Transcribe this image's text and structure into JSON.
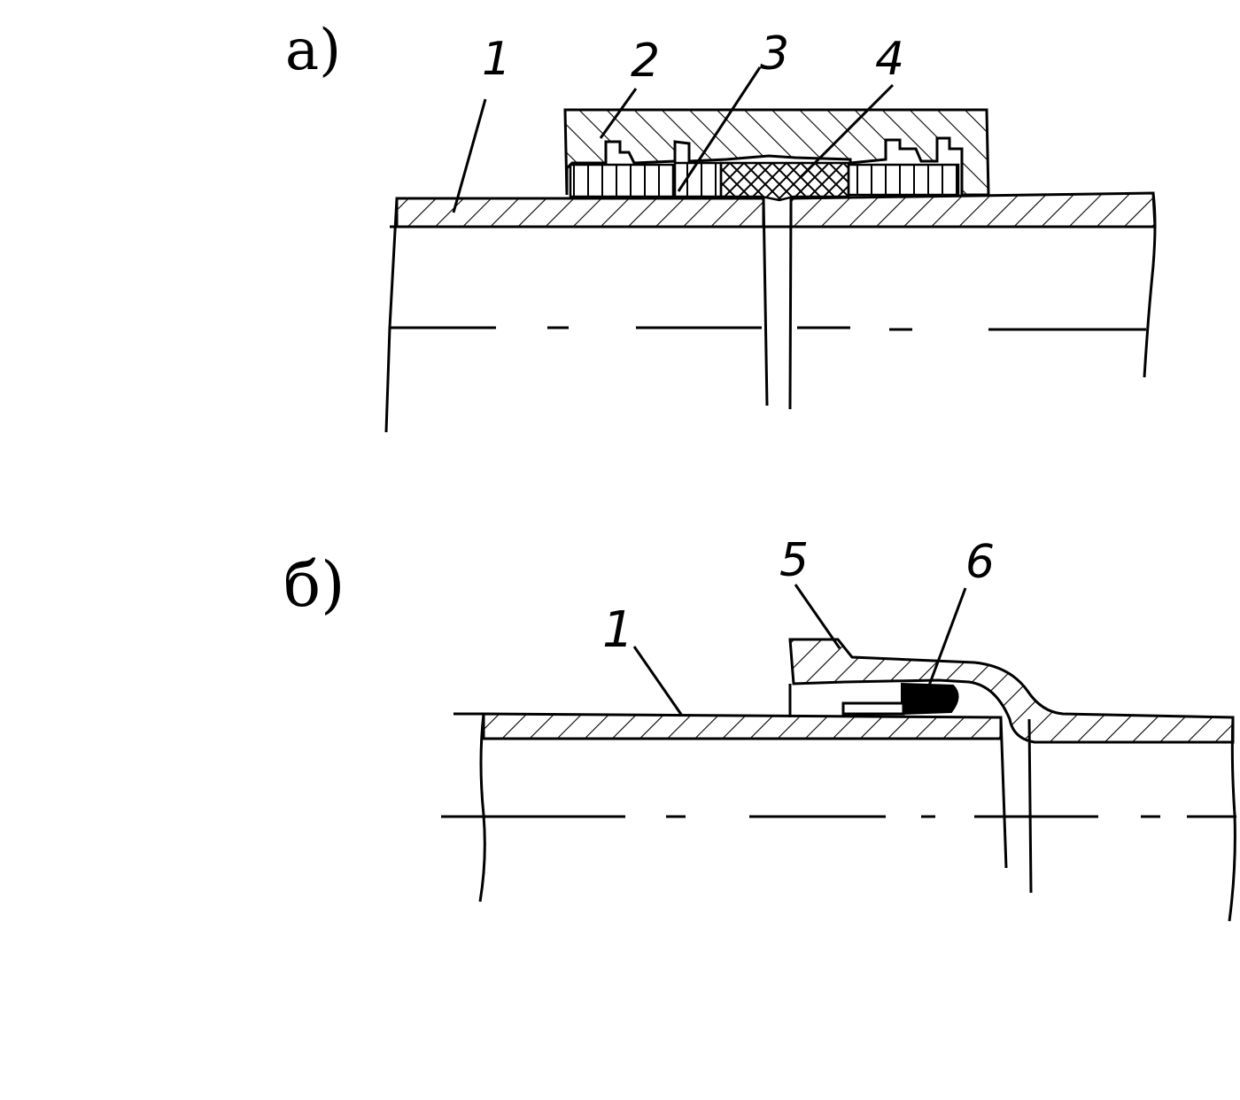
{
  "figure": {
    "panel_a": {
      "label": "a)",
      "callouts": [
        "1",
        "2",
        "3",
        "4"
      ]
    },
    "panel_b": {
      "label": "б)",
      "callouts": [
        "1",
        "5",
        "6"
      ]
    }
  },
  "colors": {
    "ink": "#000000",
    "paper": "#ffffff"
  }
}
